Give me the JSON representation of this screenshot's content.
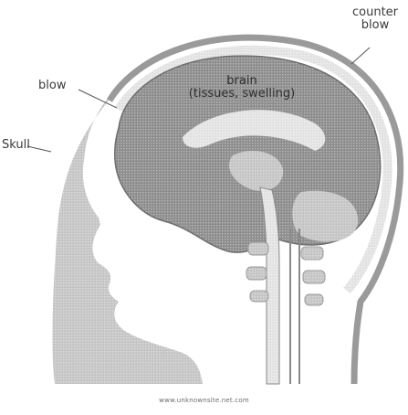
{
  "diagram": {
    "labels": {
      "counter_blow": "counter\nblow",
      "blow": "blow",
      "skull": "Skull",
      "brain": "brain\n(tissues, swelling)"
    },
    "source_caption": "www.unknownsite.net.com"
  },
  "colors": {
    "head_shadow": "#cfcfcf",
    "skull_outline": "#777777",
    "brain_fill": "#9a9a9a",
    "brain_inner": "#c0c0c0",
    "spine": "#bdbdbd",
    "label_text": "#3a3a3a"
  }
}
